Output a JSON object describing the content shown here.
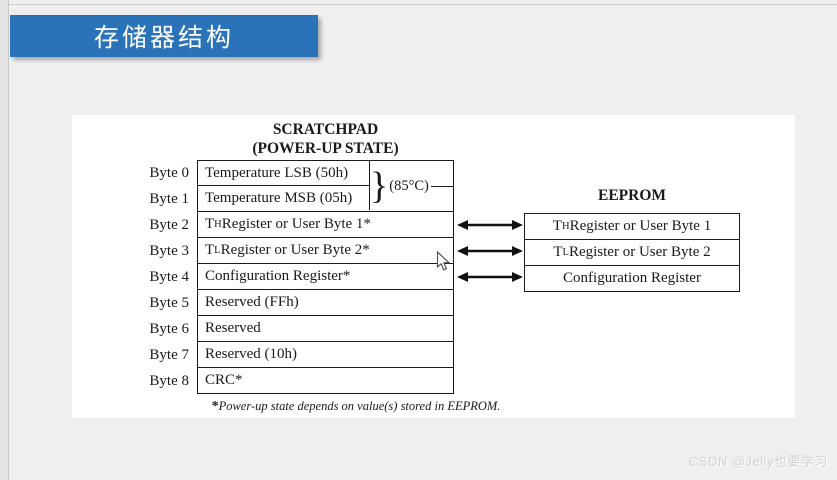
{
  "banner": {
    "title": "存储器结构"
  },
  "scratchpad": {
    "title_line1": "SCRATCHPAD",
    "title_line2": "(POWER-UP STATE)",
    "temp_annotation": "(85°C)",
    "byte_labels": [
      "Byte 0",
      "Byte 1",
      "Byte 2",
      "Byte 3",
      "Byte 4",
      "Byte 5",
      "Byte 6",
      "Byte 7",
      "Byte 8"
    ],
    "rows": [
      {
        "pre": "Temperature LSB (50h)",
        "sub": "",
        "rest": ""
      },
      {
        "pre": "Temperature MSB (05h)",
        "sub": "",
        "rest": ""
      },
      {
        "pre": "T",
        "sub": "H",
        "rest": " Register or User Byte 1*"
      },
      {
        "pre": "T",
        "sub": "L",
        "rest": " Register or User Byte 2*"
      },
      {
        "pre": "Configuration Register*",
        "sub": "",
        "rest": ""
      },
      {
        "pre": "Reserved (FFh)",
        "sub": "",
        "rest": ""
      },
      {
        "pre": "Reserved",
        "sub": "",
        "rest": ""
      },
      {
        "pre": "Reserved (10h)",
        "sub": "",
        "rest": ""
      },
      {
        "pre": "CRC*",
        "sub": "",
        "rest": ""
      }
    ],
    "footnote_star": "*",
    "footnote_text": "Power-up state depends on value(s) stored in EEPROM."
  },
  "eeprom": {
    "title": "EEPROM",
    "rows": [
      {
        "pre": "T",
        "sub": "H",
        "rest": " Register or User Byte 1"
      },
      {
        "pre": "T",
        "sub": "L",
        "rest": " Register or User Byte 2"
      },
      {
        "pre": "Configuration Register",
        "sub": "",
        "rest": ""
      }
    ]
  },
  "watermark": {
    "text": "CSDN @Jelly也要学习"
  },
  "colors": {
    "banner_blue": "#2b73b8",
    "background": "#efefef",
    "panel": "#ffffff",
    "line": "#1a1a1a",
    "watermark": "#d2d2d2"
  }
}
